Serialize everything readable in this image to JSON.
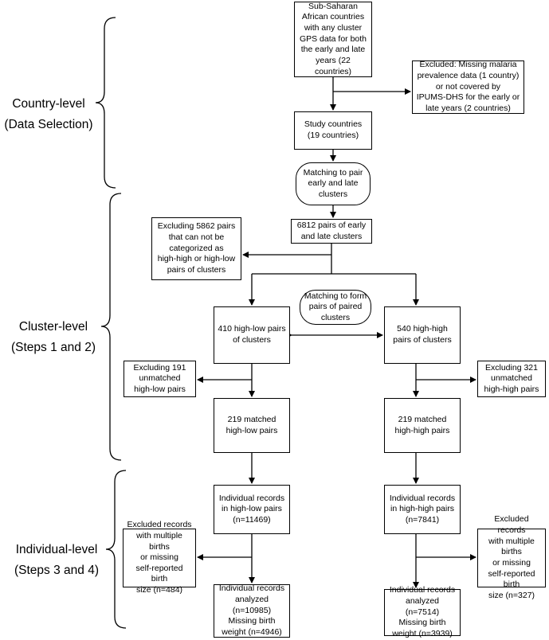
{
  "levels": [
    {
      "id": "country",
      "label": "Country-level\n(Data Selection)"
    },
    {
      "id": "cluster",
      "label": "Cluster-level\n(Steps 1 and 2)"
    },
    {
      "id": "individual",
      "label": "Individual-level\n(Steps 3 and 4)"
    }
  ],
  "nodes": {
    "ssa_countries": "Sub-Saharan\nAfrican countries\nwith any cluster\nGPS data for both\nthe early and late\nyears (22\ncountries)",
    "excluded_countries": "Excluded: Missing malaria\nprevalence data (1 country)\nor not covered by\nIPUMS-DHS for the early or\nlate years (2 countries)",
    "study_countries": "Study countries\n(19 countries)",
    "matching_pair": "Matching to pair\nearly and late\nclusters",
    "pairs_6812": "6812 pairs of early\nand late clusters",
    "excluding_5862": "Excluding 5862 pairs\nthat can not be\ncategorized as\nhigh-high or high-low\npairs of clusters",
    "matching_form": "Matching to form\npairs of paired\nclusters",
    "high_low_410": "410 high-low pairs\nof clusters",
    "high_high_540": "540 high-high\npairs of clusters",
    "excluding_191": "Excluding 191\nunmatched\nhigh-low pairs",
    "excluding_321": "Excluding 321\nunmatched\nhigh-high pairs",
    "matched_hl_219": "219 matched\nhigh-low pairs",
    "matched_hh_219": "219 matched\nhigh-high pairs",
    "records_hl": "Individual records\nin high-low pairs\n(n=11469)",
    "records_hh": "Individual records\nin high-high pairs\n(n=7841)",
    "excluded_hl_484": "Excluded records\nwith multiple births\nor missing\nself-reported birth\nsize (n=484)",
    "excluded_hh_327": "Excluded records\nwith multiple births\nor missing\nself-reported birth\nsize (n=327)",
    "analyzed_hl": "Individual records\nanalyzed\n(n=10985)\nMissing birth\nweight (n=4946)",
    "analyzed_hh": "Individual records\nanalyzed (n=7514)\nMissing birth\nweight (n=3939)"
  },
  "colors": {
    "line": "#000000",
    "background": "#ffffff",
    "text": "#000000"
  }
}
